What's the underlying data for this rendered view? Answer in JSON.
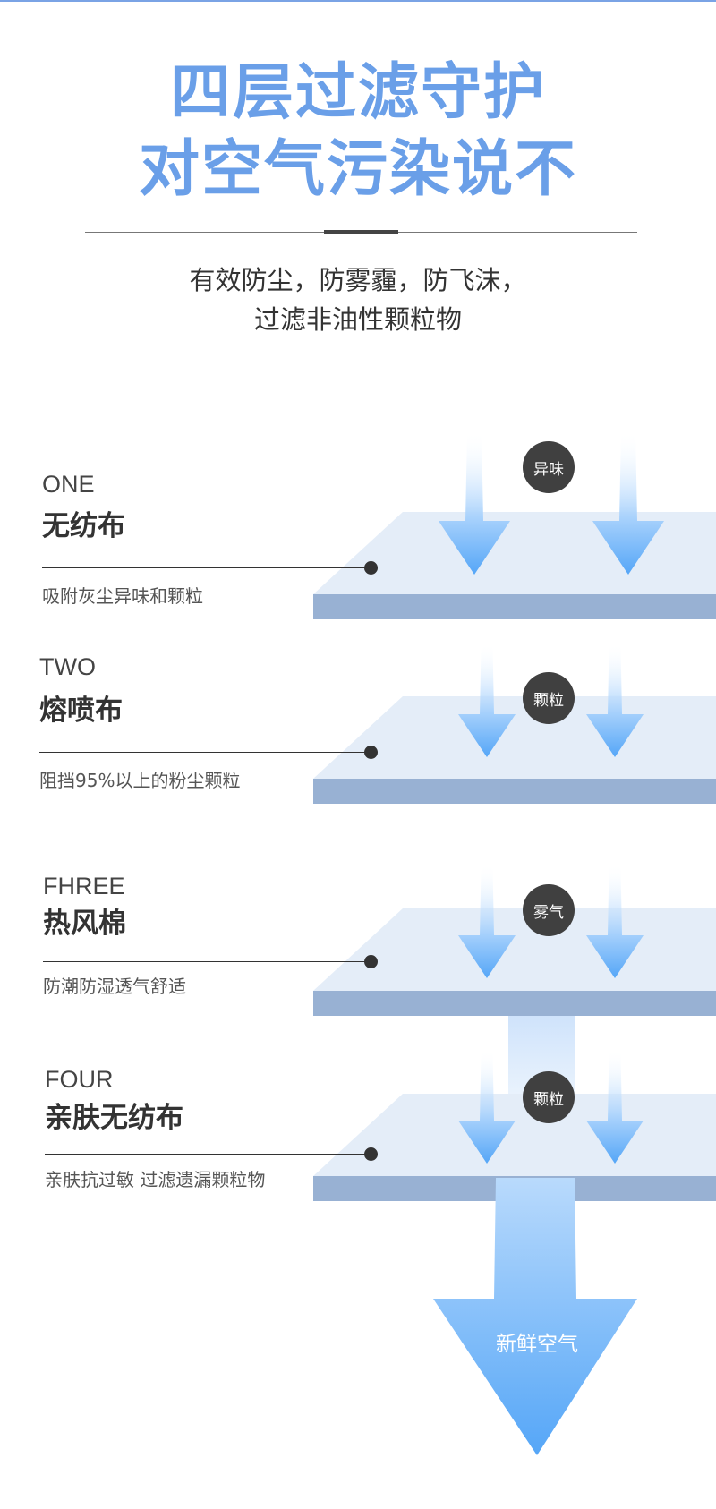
{
  "header": {
    "title_line1": "四层过滤守护",
    "title_line2": "对空气污染说不",
    "subtitle_line1": "有效防尘，防雾霾，防飞沫，",
    "subtitle_line2": "过滤非油性颗粒物"
  },
  "layers": [
    {
      "en": "ONE",
      "name": "无纺布",
      "desc": "吸附灰尘异味和颗粒",
      "badge": "异味"
    },
    {
      "en": "TWO",
      "name": "熔喷布",
      "desc": "阻挡95%以上的粉尘颗粒",
      "badge": "颗粒"
    },
    {
      "en": "FHREE",
      "name": "热风棉",
      "desc": "防潮防湿透气舒适",
      "badge": "雾气"
    },
    {
      "en": "FOUR",
      "name": "亲肤无纺布",
      "desc": "亲肤抗过敏 过滤遗漏颗粒物",
      "badge": "颗粒"
    }
  ],
  "output": {
    "label": "新鲜空气"
  },
  "colors": {
    "title": "#6a9fe8",
    "plate": "#e4edf8",
    "plate_edge": "#98b1d3",
    "arrow": "#5aaaf8"
  }
}
